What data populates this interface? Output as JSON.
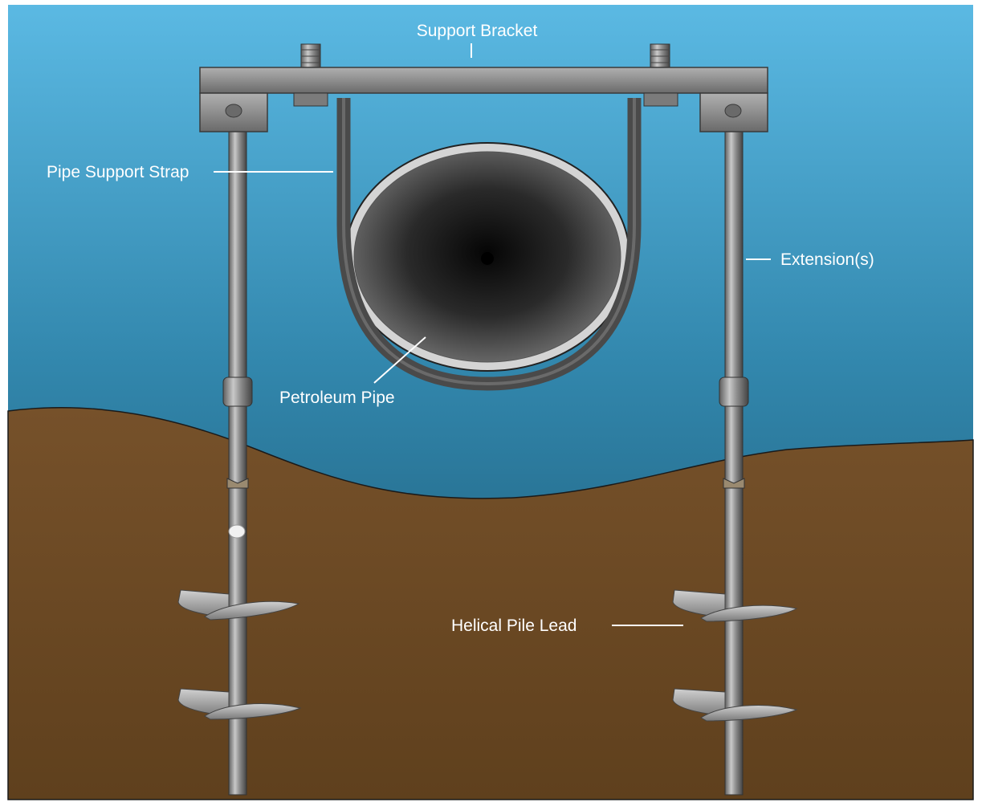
{
  "diagram": {
    "labels": {
      "support_bracket": "Support Bracket",
      "pipe_support_strap": "Pipe Support Strap",
      "extensions": "Extension(s)",
      "petroleum_pipe": "Petroleum Pipe",
      "helical_pile_lead": "Helical Pile Lead"
    },
    "colors": {
      "water_top": "#5bb8e2",
      "water_bottom": "#1a5a74",
      "soil": "#6a4720",
      "steel": "#8b8b8b",
      "strap": "#4a4a4a",
      "label_text": "#ffffff"
    }
  }
}
